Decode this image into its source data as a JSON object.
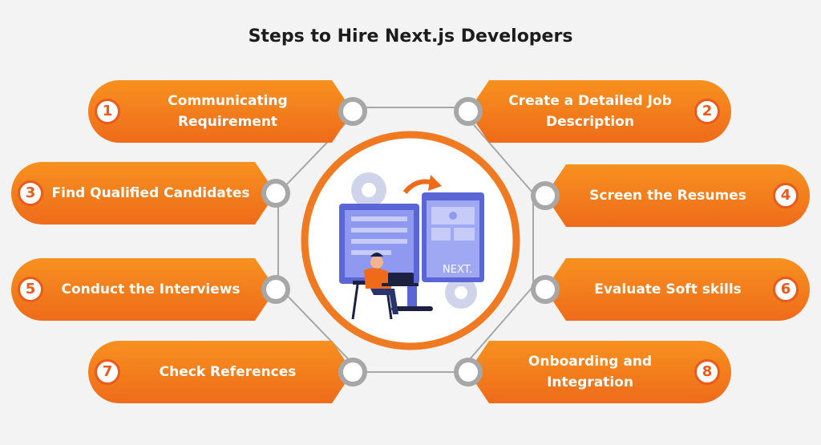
{
  "title": "Steps to Hire Next.js Developers",
  "colors": {
    "orange": "#f5821f",
    "orange_dark": "#e65a16",
    "ring": "#f07a22",
    "connector": "#9a9a9a",
    "background": "#f3f3f3"
  },
  "steps": [
    {
      "number": "1",
      "lines": [
        "Communicating",
        "Requirement"
      ]
    },
    {
      "number": "2",
      "lines": [
        "Create a Detailed Job",
        "Description"
      ]
    },
    {
      "number": "3",
      "lines": [
        "Find Qualified Candidates"
      ]
    },
    {
      "number": "4",
      "lines": [
        "Screen the Resumes"
      ]
    },
    {
      "number": "5",
      "lines": [
        "Conduct the Interviews"
      ]
    },
    {
      "number": "6",
      "lines": [
        "Evaluate Soft skills"
      ]
    },
    {
      "number": "7",
      "lines": [
        "Check References"
      ]
    },
    {
      "number": "8",
      "lines": [
        "Onboarding and",
        "Integration"
      ]
    }
  ],
  "illustration": {
    "screen_logo": "NEXT.",
    "icons": [
      "gear-icon",
      "arrow-icon",
      "monitor-icon",
      "browser-window-icon",
      "laptop-icon",
      "person-icon"
    ]
  }
}
